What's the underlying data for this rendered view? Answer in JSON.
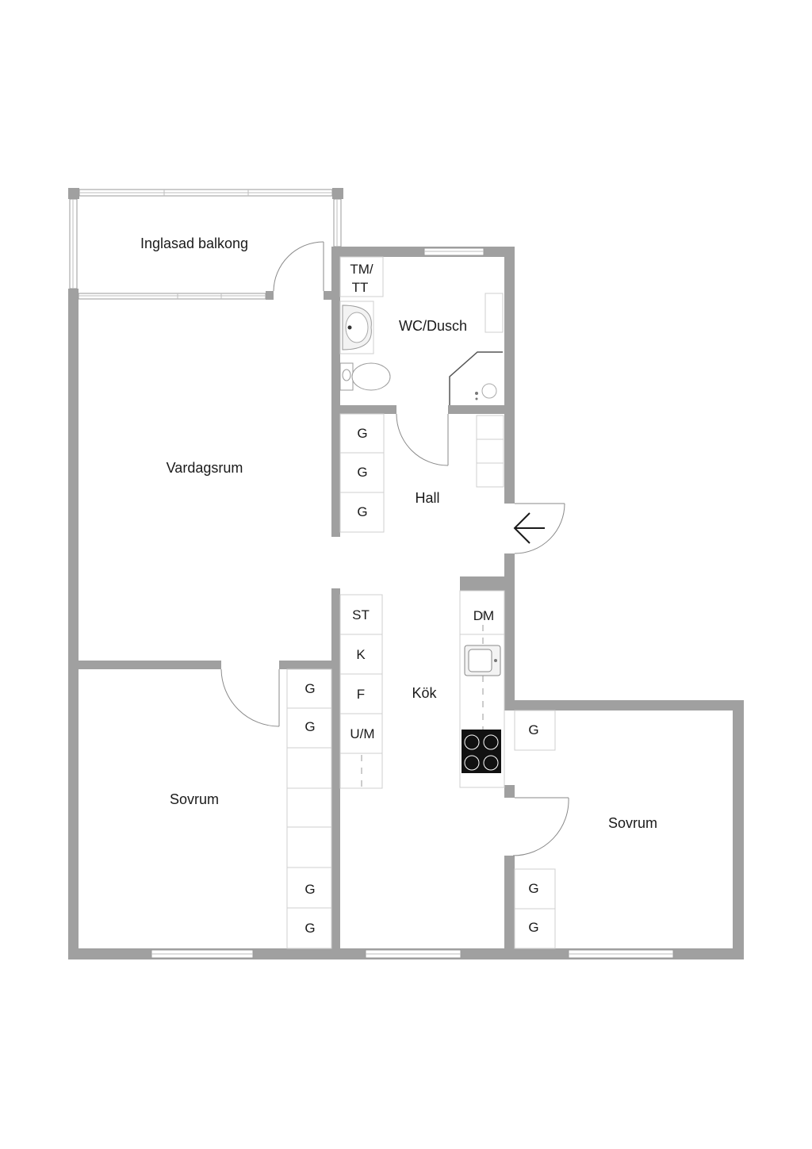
{
  "rooms": {
    "balcony": "Inglasad balkong",
    "bathroom": "WC/Dusch",
    "living": "Vardagsrum",
    "hall": "Hall",
    "kitchen": "Kök",
    "bedroom_left": "Sovrum",
    "bedroom_right": "Sovrum"
  },
  "units": {
    "tm_line1": "TM/",
    "tm_line2": "TT",
    "hall_g1": "G",
    "hall_g2": "G",
    "hall_g3": "G",
    "st": "ST",
    "k": "K",
    "f": "F",
    "um": "U/M",
    "dm": "DM",
    "bl_g1": "G",
    "bl_g2": "G",
    "bl_g3": "G",
    "bl_g4": "G",
    "br_g1": "G",
    "br_g2": "G",
    "br_g3": "G"
  },
  "colors": {
    "wall": "#a0a0a0",
    "line": "#8a8a8a",
    "label": "#1a1a1a"
  }
}
